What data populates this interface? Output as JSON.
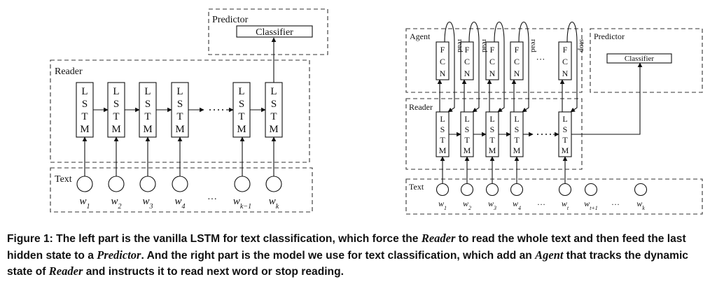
{
  "left": {
    "predictor_label": "Predictor",
    "classifier_label": "Classifier",
    "reader_label": "Reader",
    "text_label": "Text",
    "lstm_letters": [
      "L",
      "S",
      "T",
      "M"
    ],
    "ellipsis": "···",
    "words": [
      {
        "base": "w",
        "sub": "1"
      },
      {
        "base": "w",
        "sub": "2"
      },
      {
        "base": "w",
        "sub": "3"
      },
      {
        "base": "w",
        "sub": "4"
      },
      {
        "base": "···",
        "sub": ""
      },
      {
        "base": "w",
        "sub": "k−1"
      },
      {
        "base": "w",
        "sub": "k"
      }
    ]
  },
  "right": {
    "agent_label": "Agent",
    "predictor_label": "Predictor",
    "classifier_label": "Classifier",
    "reader_label": "Reader",
    "text_label": "Text",
    "fcn_letters": [
      "F",
      "C",
      "N"
    ],
    "lstm_letters": [
      "L",
      "S",
      "T",
      "M"
    ],
    "actions": [
      "read",
      "read",
      "read",
      "stop"
    ],
    "ellipsis": "···",
    "words": [
      {
        "base": "w",
        "sub": "1"
      },
      {
        "base": "w",
        "sub": "2"
      },
      {
        "base": "w",
        "sub": "3"
      },
      {
        "base": "w",
        "sub": "4"
      },
      {
        "base": "…",
        "sub": ""
      },
      {
        "base": "w",
        "sub": "t"
      },
      {
        "base": "w",
        "sub": "t+1"
      },
      {
        "base": "…",
        "sub": ""
      },
      {
        "base": "w",
        "sub": "k"
      }
    ]
  },
  "caption": {
    "prefix": "Figure 1: The left part is the vanilla LSTM for text classification, which force the ",
    "reader_1": "Reader",
    "mid_1": " to read the whole text and then feed the last hidden state to a ",
    "predictor": "Predictor",
    "mid_2": ". And the right part is the model we use for text classification, which add an ",
    "agent": "Agent",
    "mid_3": " that tracks the dynamic state of ",
    "reader_2": "Reader",
    "suffix": " and instructs it to read next word or stop reading."
  }
}
